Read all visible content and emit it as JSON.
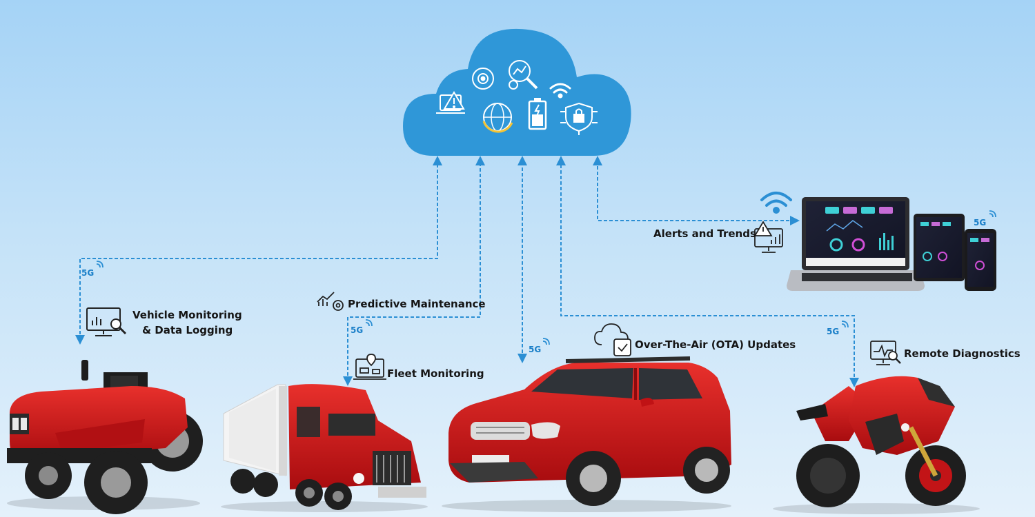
{
  "labels": {
    "vehicle_monitoring_line1": "Vehicle Monitoring",
    "vehicle_monitoring_line2": "& Data Logging",
    "predictive_maintenance": "Predictive Maintenance",
    "fleet_monitoring": "Fleet Monitoring",
    "ota_updates": "Over-The-Air (OTA) Updates",
    "remote_diagnostics": "Remote Diagnostics",
    "alerts_and_trends": "Alerts and Trends"
  },
  "network_tag": "5G",
  "cloud_icons": [
    "laptop-alert-icon",
    "gear-cycle-icon",
    "analytics-search-icon",
    "wifi-icon",
    "globe-icon",
    "battery-charging-icon",
    "security-chip-icon"
  ],
  "vehicles": [
    "tractor",
    "semi-truck",
    "suv",
    "motorcycle"
  ],
  "devices": [
    "laptop-dashboard",
    "tablet-dashboard",
    "phone-dashboard"
  ],
  "colors": {
    "cloud": "#2f97d8",
    "connector": "#2b8fd4",
    "vehicle_body": "#d5161a"
  }
}
